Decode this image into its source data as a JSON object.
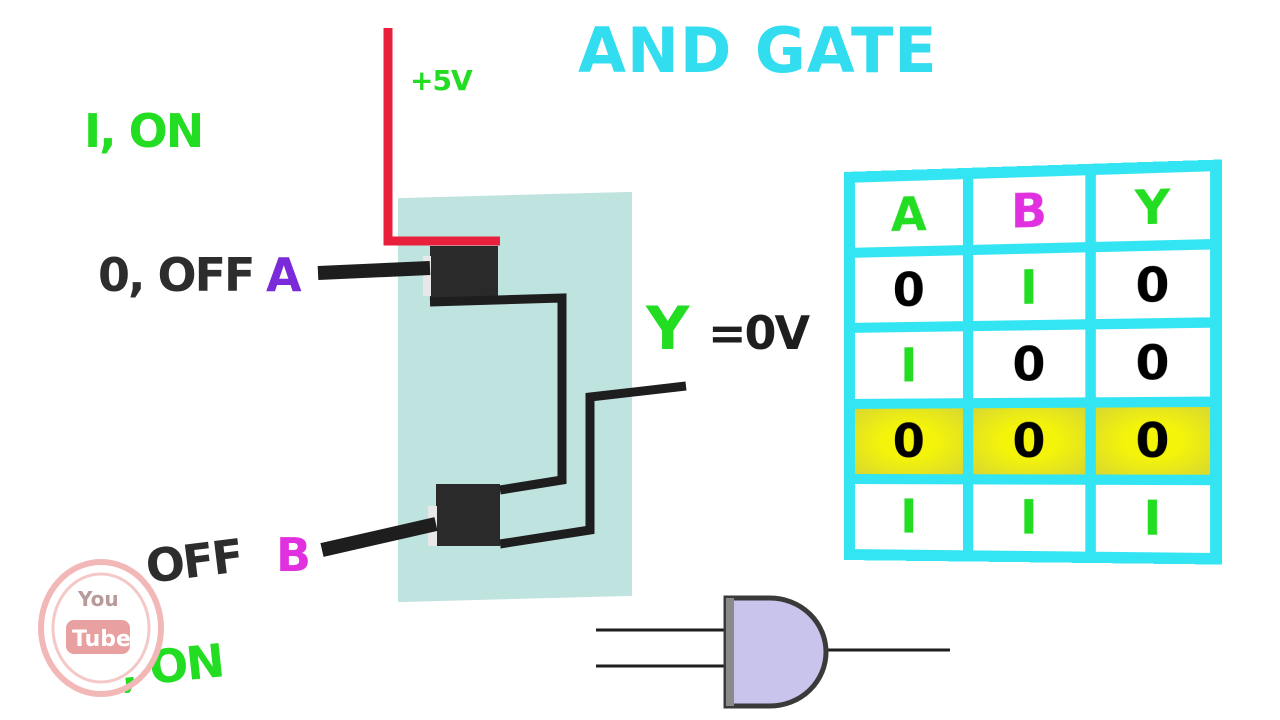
{
  "title": "AND GATE",
  "supply_label": "+5V",
  "top_label": "I, ON",
  "input_a": {
    "state": "0, OFF",
    "name": "A"
  },
  "input_b": {
    "state": "OFF",
    "name": "B"
  },
  "bottom_label": ", ON",
  "output": {
    "name": "Y",
    "value": "=0V"
  },
  "truth_table": {
    "headers": [
      "A",
      "B",
      "Y"
    ],
    "header_colors": [
      "#22dd22",
      "#e030e0",
      "#22dd22"
    ],
    "highlight_row": 2,
    "rows": [
      {
        "cells": [
          "0",
          "I",
          "0"
        ],
        "colors": [
          "#000000",
          "#22dd22",
          "#000000"
        ]
      },
      {
        "cells": [
          "I",
          "0",
          "0"
        ],
        "colors": [
          "#22dd22",
          "#000000",
          "#000000"
        ]
      },
      {
        "cells": [
          "0",
          "0",
          "0"
        ],
        "colors": [
          "#000000",
          "#000000",
          "#000000"
        ]
      },
      {
        "cells": [
          "I",
          "I",
          "I"
        ],
        "colors": [
          "#22dd22",
          "#22dd22",
          "#22dd22"
        ]
      }
    ]
  },
  "logo": {
    "line1": "You",
    "line2": "Tube"
  },
  "colors": {
    "title": "#33ddf0",
    "green": "#22dd22",
    "magenta": "#e030e0",
    "purple": "#7a2ad8",
    "supply_wire": "#e8203c",
    "wire": "#1e1e1e",
    "gate_body": "#c9c4ec",
    "table_border": "#33e4f2"
  }
}
